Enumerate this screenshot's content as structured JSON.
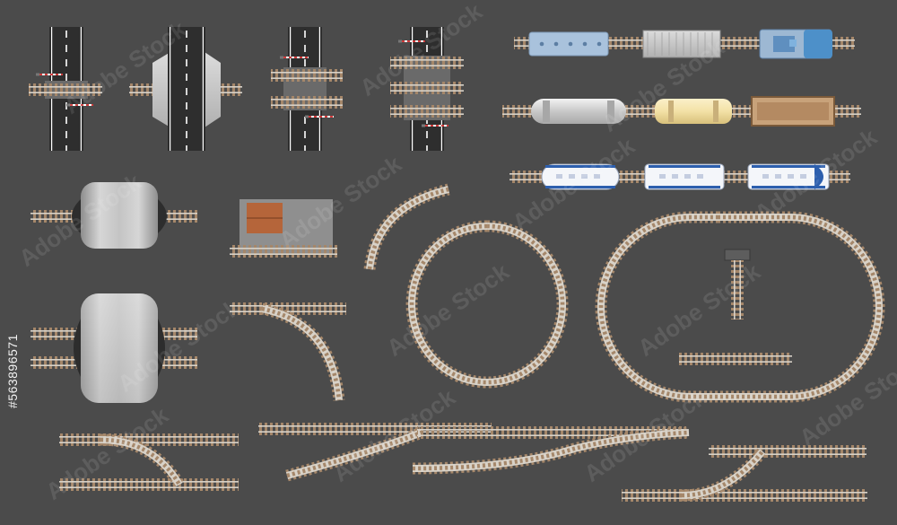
{
  "image": {
    "stock_id": "#563896571",
    "watermark_text": "Adobe Stock",
    "background_color": "#4b4b4b"
  },
  "palette": {
    "asphalt": "#2e2e2e",
    "lane_mark": "#ffffff",
    "crossing_slab": "#6a6a6a",
    "rail": "#d8d2c8",
    "sleeper": "#a5876a",
    "tunnel": "#bdbdbd",
    "station_roof": "#b5653a",
    "station_platform": "#8f8f8f",
    "tank_car": "#d9d9d9",
    "yellow_tank": "#f3e1a6",
    "open_wagon": "#c8a27a",
    "passenger_car": "#f4f6fa",
    "passenger_stripe": "#2d5fae",
    "blue_wagon": "#a9c2dc",
    "locomotive": "#4d90c9"
  },
  "objects": [
    "level-crossing-open",
    "road-over-tunnel",
    "double-track-crossing",
    "double-track-crossing-barriers",
    "freight-train",
    "tank-train",
    "passenger-train",
    "tunnel-single",
    "station",
    "curve-track",
    "circle-track",
    "oval-track",
    "buffer-stop",
    "tunnel-double",
    "switch-track",
    "double-switch",
    "s-curve-track"
  ]
}
